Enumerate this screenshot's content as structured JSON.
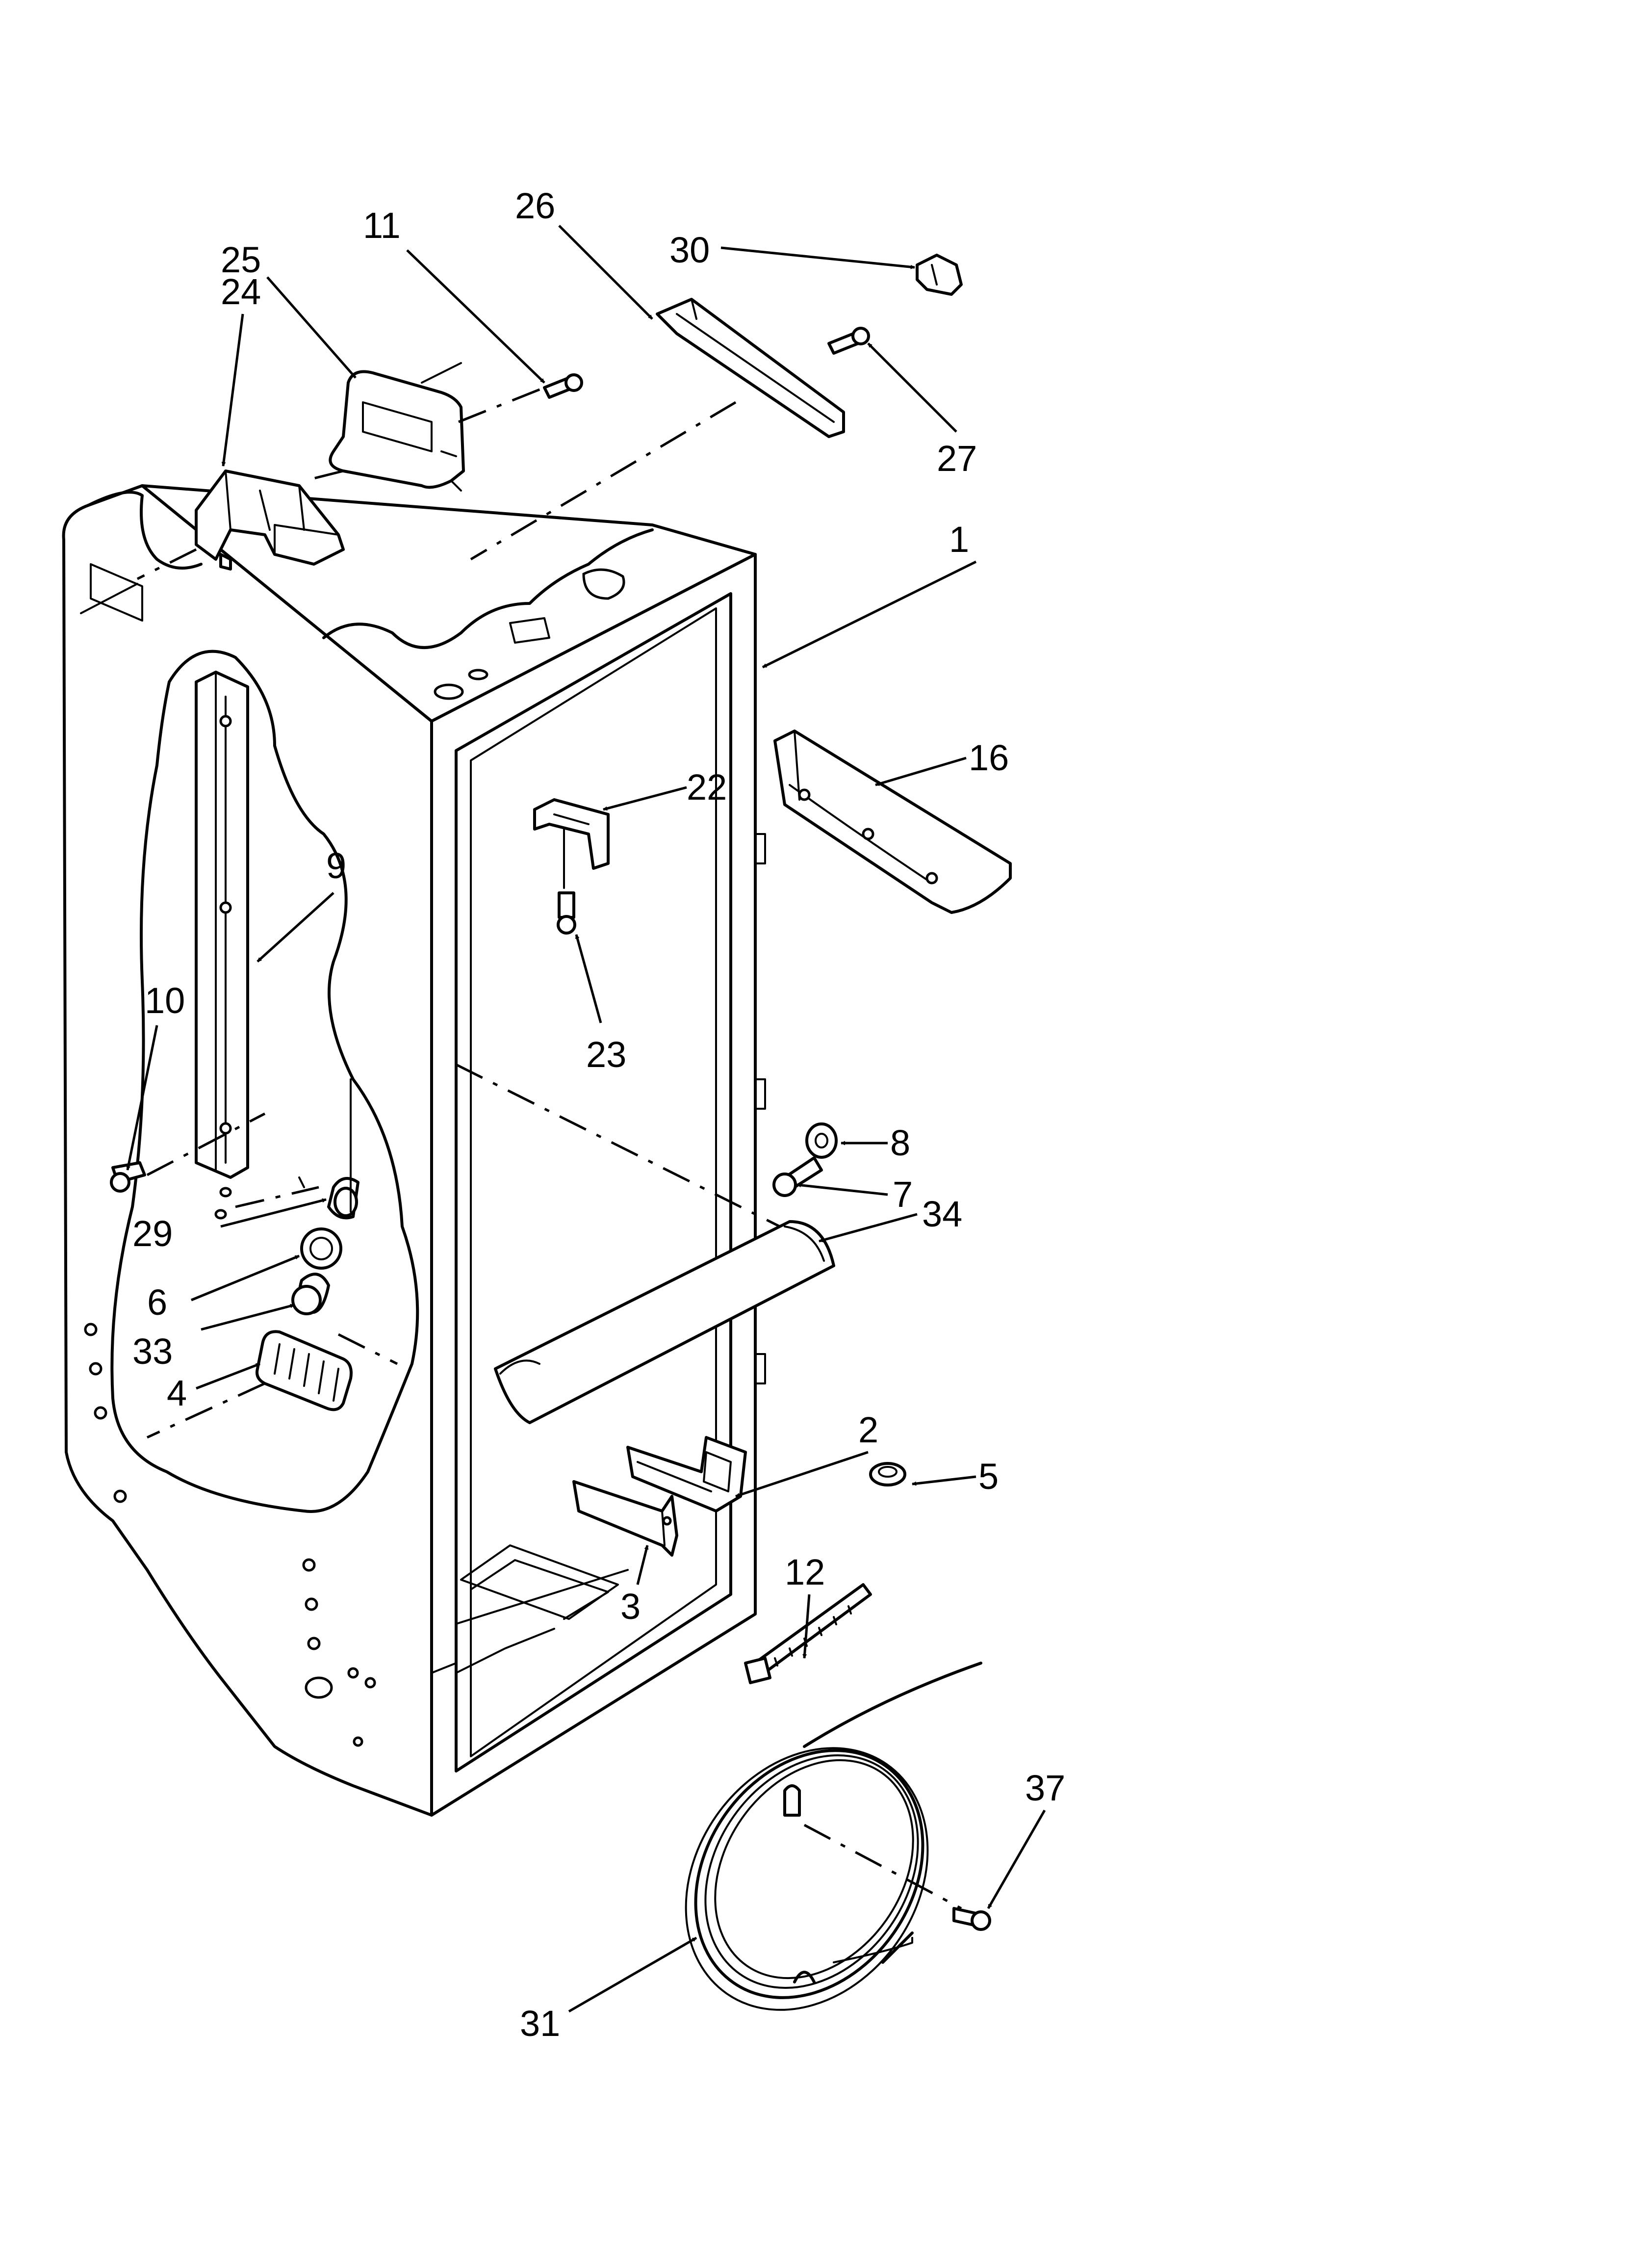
{
  "callouts": {
    "c1": "1",
    "c2": "2",
    "c3": "3",
    "c4": "4",
    "c5": "5",
    "c6": "6",
    "c7": "7",
    "c8": "8",
    "c9": "9",
    "c10": "10",
    "c11": "11",
    "c12": "12",
    "c16": "16",
    "c22": "22",
    "c23": "23",
    "c24": "24",
    "c25": "25",
    "c26": "26",
    "c27": "27",
    "c29": "29",
    "c30": "30",
    "c31": "31",
    "c33": "33",
    "c34": "34",
    "c37": "37"
  }
}
